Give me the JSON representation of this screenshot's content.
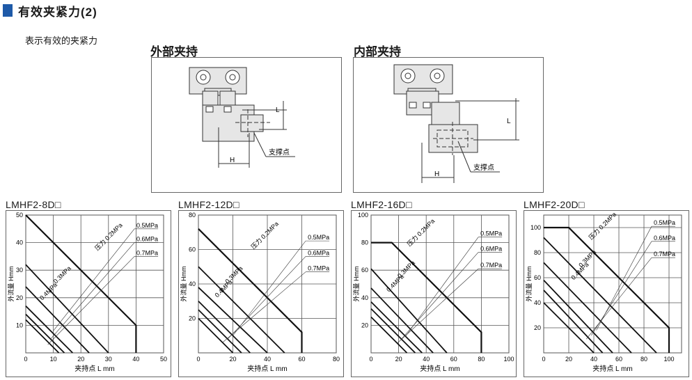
{
  "header": {
    "title": "有效夹紧力(2)",
    "subtitle": "表示有效的夹紧力"
  },
  "diagrams": [
    {
      "title": "外部夹持",
      "label_h": "H",
      "label_l": "L",
      "label_support": "支撑点"
    },
    {
      "title": "内部夹持",
      "label_h": "H",
      "label_l": "L",
      "label_support": "支撑点"
    }
  ],
  "colors": {
    "accent": "#1e5aa8",
    "part_fill": "#e6e6e6",
    "grid": "#555555"
  },
  "chart_data": [
    {
      "type": "line",
      "title": "LMHF2-8D□",
      "xlabel": "夹持点 L mm",
      "ylabel": "外流量 Hmm",
      "xlim": [
        0,
        50
      ],
      "ylim": [
        0,
        50
      ],
      "xticks": [
        0,
        10,
        20,
        30,
        40,
        50
      ],
      "yticks": [
        10,
        20,
        30,
        40,
        50
      ],
      "series": [
        {
          "name": "压力 0.2MPa",
          "x": [
            0,
            40,
            40
          ],
          "y": [
            50,
            10,
            0
          ]
        },
        {
          "name": "0.3MPa",
          "x": [
            0,
            30
          ],
          "y": [
            32,
            0
          ]
        },
        {
          "name": "0.4MPa",
          "x": [
            0,
            23
          ],
          "y": [
            24,
            0
          ]
        },
        {
          "name": "0.5MPa",
          "x": [
            0,
            17
          ],
          "y": [
            17,
            0
          ]
        },
        {
          "name": "0.6MPa",
          "x": [
            0,
            14
          ],
          "y": [
            14,
            0
          ]
        },
        {
          "name": "0.7MPa",
          "x": [
            0,
            12
          ],
          "y": [
            12,
            0
          ]
        }
      ],
      "labels": [
        {
          "series": "压力 0.2MPa",
          "text": "压力 0.2MPa",
          "at": [
            26,
            37
          ],
          "angle": -45
        },
        {
          "series": "0.3MPa",
          "text": "0.3MPa",
          "at": [
            11,
            25
          ],
          "angle": -45
        },
        {
          "series": "0.4MPa",
          "text": "0.4MPa",
          "at": [
            6,
            19
          ],
          "angle": -45
        }
      ],
      "callouts": [
        {
          "text": "0.5MPa",
          "at": [
            48,
            45
          ],
          "from": [
            10,
            8
          ]
        },
        {
          "text": "0.6MPa",
          "at": [
            48,
            40
          ],
          "from": [
            9,
            5
          ]
        },
        {
          "text": "0.7MPa",
          "at": [
            48,
            35
          ],
          "from": [
            8,
            3
          ]
        }
      ]
    },
    {
      "type": "line",
      "title": "LMHF2-12D□",
      "xlabel": "夹持点 L mm",
      "ylabel": "外流量 Hmm",
      "xlim": [
        0,
        80
      ],
      "ylim": [
        0,
        80
      ],
      "xticks": [
        0,
        20,
        40,
        60,
        80
      ],
      "yticks": [
        20,
        40,
        60,
        80
      ],
      "series": [
        {
          "name": "压力 0.2MPa",
          "x": [
            0,
            60,
            60
          ],
          "y": [
            72,
            12,
            0
          ]
        },
        {
          "name": "0.3MPa",
          "x": [
            0,
            50
          ],
          "y": [
            50,
            0
          ]
        },
        {
          "name": "0.4MPa",
          "x": [
            0,
            40
          ],
          "y": [
            38,
            0
          ]
        },
        {
          "name": "0.5MPa",
          "x": [
            0,
            30
          ],
          "y": [
            30,
            0
          ]
        },
        {
          "name": "0.6MPa",
          "x": [
            0,
            25
          ],
          "y": [
            25,
            0
          ]
        },
        {
          "name": "0.7MPa",
          "x": [
            0,
            20
          ],
          "y": [
            20,
            0
          ]
        }
      ],
      "labels": [
        {
          "series": "压力 0.2MPa",
          "text": "压力 0.2MPa",
          "at": [
            32,
            60
          ],
          "angle": -45
        },
        {
          "series": "0.3MPa",
          "text": "0.3MPa",
          "at": [
            17,
            40
          ],
          "angle": -45
        },
        {
          "series": "0.4MPa",
          "text": "0.4MPa",
          "at": [
            11,
            32
          ],
          "angle": -45
        }
      ],
      "callouts": [
        {
          "text": "0.5MPa",
          "at": [
            76,
            65
          ],
          "from": [
            20,
            10
          ]
        },
        {
          "text": "0.6MPa",
          "at": [
            76,
            56
          ],
          "from": [
            17,
            8
          ]
        },
        {
          "text": "0.7MPa",
          "at": [
            76,
            47
          ],
          "from": [
            14,
            6
          ]
        }
      ]
    },
    {
      "type": "line",
      "title": "LMHF2-16D□",
      "xlabel": "夹持点 L mm",
      "ylabel": "外流量 Hmm",
      "xlim": [
        0,
        100
      ],
      "ylim": [
        0,
        100
      ],
      "xticks": [
        0,
        20,
        40,
        60,
        80,
        100
      ],
      "yticks": [
        20,
        40,
        60,
        80,
        100
      ],
      "series": [
        {
          "name": "压力 0.2MPa",
          "x": [
            0,
            15,
            80,
            80
          ],
          "y": [
            80,
            80,
            15,
            0
          ]
        },
        {
          "name": "0.3MPa",
          "x": [
            0,
            55
          ],
          "y": [
            61,
            0
          ]
        },
        {
          "name": "0.4MPa",
          "x": [
            0,
            45
          ],
          "y": [
            47,
            0
          ]
        },
        {
          "name": "0.5MPa",
          "x": [
            0,
            37
          ],
          "y": [
            37,
            0
          ]
        },
        {
          "name": "0.6MPa",
          "x": [
            0,
            32
          ],
          "y": [
            32,
            0
          ]
        },
        {
          "name": "0.7MPa",
          "x": [
            0,
            26
          ],
          "y": [
            26,
            0
          ]
        }
      ],
      "labels": [
        {
          "series": "压力 0.2MPa",
          "text": "压力 0.2MPa",
          "at": [
            28,
            77
          ],
          "angle": -45
        },
        {
          "series": "0.3MPa",
          "text": "0.3MPa",
          "at": [
            21,
            54
          ],
          "angle": -45
        },
        {
          "series": "0.4MPa",
          "text": "0.4MPa",
          "at": [
            13,
            44
          ],
          "angle": -45
        }
      ],
      "callouts": [
        {
          "text": "0.5MPa",
          "at": [
            95,
            84
          ],
          "from": [
            25,
            12
          ]
        },
        {
          "text": "0.6MPa",
          "at": [
            95,
            73
          ],
          "from": [
            22,
            10
          ]
        },
        {
          "text": "0.7MPa",
          "at": [
            95,
            61
          ],
          "from": [
            19,
            7
          ]
        }
      ]
    },
    {
      "type": "line",
      "title": "LMHF2-20D□",
      "xlabel": "夹持点 L mm",
      "ylabel": "外流量 Hmm",
      "xlim": [
        0,
        110
      ],
      "ylim": [
        0,
        110
      ],
      "xticks": [
        0,
        20,
        40,
        60,
        80,
        100
      ],
      "yticks": [
        20,
        40,
        60,
        80,
        100
      ],
      "series": [
        {
          "name": "压力 0.2MPa",
          "x": [
            0,
            20,
            100,
            100
          ],
          "y": [
            100,
            100,
            20,
            0
          ]
        },
        {
          "name": "0.3MPa",
          "x": [
            0,
            90
          ],
          "y": [
            92,
            0
          ]
        },
        {
          "name": "0.4MPa",
          "x": [
            0,
            70
          ],
          "y": [
            72,
            0
          ]
        },
        {
          "name": "0.5MPa",
          "x": [
            0,
            55
          ],
          "y": [
            58,
            0
          ]
        },
        {
          "name": "0.6MPa",
          "x": [
            0,
            47
          ],
          "y": [
            50,
            0
          ]
        },
        {
          "name": "0.7MPa",
          "x": [
            0,
            40
          ],
          "y": [
            40,
            0
          ]
        }
      ],
      "labels": [
        {
          "series": "压力 0.2MPa",
          "text": "压力 0.2MPa",
          "at": [
            38,
            90
          ],
          "angle": -45
        },
        {
          "series": "0.3MPa",
          "text": "0.3MPa",
          "at": [
            30,
            68
          ],
          "angle": -45
        },
        {
          "series": "0.4MPa",
          "text": "0.4MPa",
          "at": [
            24,
            58
          ],
          "angle": -45
        }
      ],
      "callouts": [
        {
          "text": "0.5MPa",
          "at": [
            105,
            101
          ],
          "from": [
            42,
            18
          ]
        },
        {
          "text": "0.6MPa",
          "at": [
            105,
            89
          ],
          "from": [
            38,
            14
          ]
        },
        {
          "text": "0.7MPa",
          "at": [
            105,
            76
          ],
          "from": [
            34,
            11
          ]
        }
      ]
    }
  ]
}
